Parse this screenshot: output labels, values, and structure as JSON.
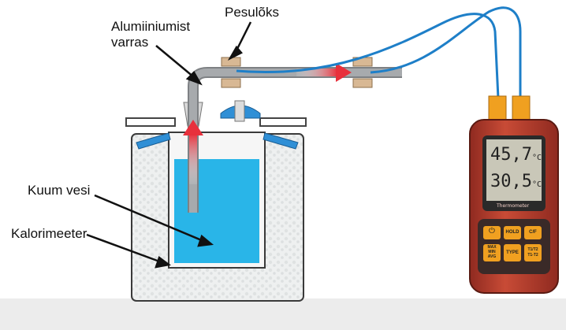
{
  "labels": {
    "seal": "Pesulõks",
    "rod_line1": "Alumiiniumist",
    "rod_line2": "varras",
    "hot_water": "Kuum vesi",
    "calorimeter": "Kalorimeeter"
  },
  "thermometer": {
    "reading_t1": "45,7",
    "reading_t2": "30,5",
    "unit": "°C",
    "model_text": "Thermometer",
    "buttons": {
      "power": "⏻",
      "hold": "HOLD",
      "c_f": "C/F",
      "max_min_avg": "MAX\nMIN\nAVG",
      "type": "TYPE",
      "t1_t2": "T1/T2\nT1-T2"
    }
  },
  "colors": {
    "water": "#29b5e8",
    "insulation": "#e9ebeb",
    "lid_blue": "#2f8fd6",
    "rod": "#9a9da0",
    "heat_arrow": "#e8303c",
    "probe_cable": "#1e7fc8",
    "thermo_body": "#c0392b",
    "lcd": "#c9c7b8"
  }
}
